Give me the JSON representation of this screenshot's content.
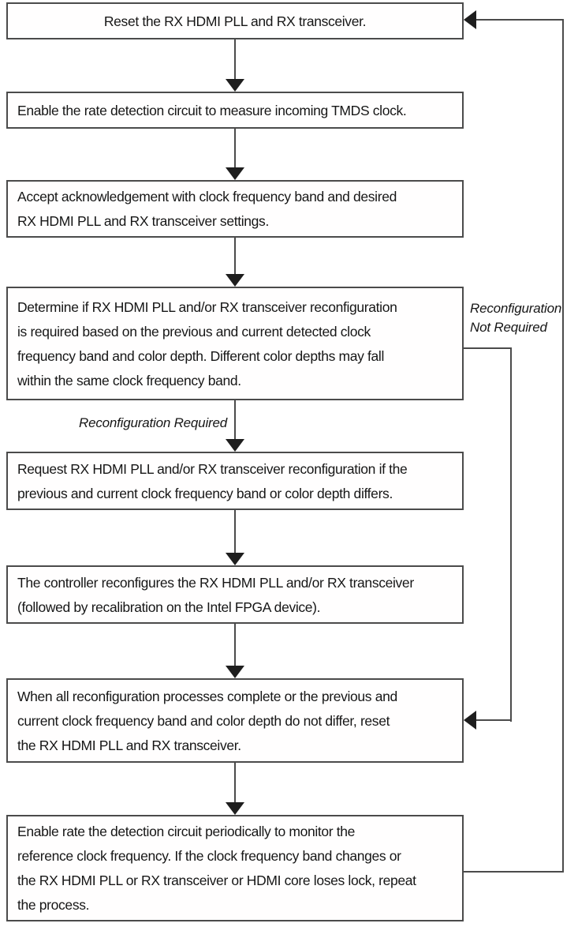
{
  "diagram": {
    "title_hint": "RX HDMI PLL and RX transceiver reconfiguration flow",
    "boxes": [
      {
        "name": "reset",
        "lines": [
          "Reset the RX HDMI PLL and RX transceiver."
        ]
      },
      {
        "name": "enable-rate-detection",
        "lines": [
          "Enable the rate detection circuit to measure incoming TMDS clock."
        ]
      },
      {
        "name": "accept-acknowledgement",
        "lines": [
          "Accept acknowledgement with clock frequency band and desired",
          "RX HDMI PLL and RX transceiver settings."
        ]
      },
      {
        "name": "determine-reconfiguration",
        "lines": [
          "Determine if RX HDMI PLL and/or RX transceiver reconfiguration",
          "is required based on the previous and current detected clock",
          "frequency band and color depth. Different color depths may fall",
          "within the same clock frequency band."
        ]
      },
      {
        "name": "request-reconfiguration",
        "lines": [
          "Request RX HDMI PLL and/or RX transceiver reconfiguration if the",
          "previous and current clock frequency band or color depth differs."
        ]
      },
      {
        "name": "controller-reconfigures",
        "lines": [
          "The controller reconfigures the RX HDMI PLL and/or RX transceiver",
          "(followed by recalibration on the Intel FPGA device)."
        ]
      },
      {
        "name": "complete-and-reset",
        "lines": [
          "When all reconfiguration processes complete or the previous and",
          "current clock frequency band and color depth do not differ, reset",
          "the RX HDMI PLL and RX transceiver."
        ]
      },
      {
        "name": "monitor-periodically",
        "lines": [
          "Enable rate the detection circuit periodically to monitor the",
          "reference clock frequency. If the clock frequency band changes or",
          "the RX HDMI PLL or RX transceiver or HDMI core loses lock, repeat",
          "the process."
        ]
      }
    ],
    "labels": {
      "reconfiguration_required": "Reconfiguration Required",
      "reconfiguration_not_required": "Reconfiguration Not Required"
    },
    "colors": {
      "line": "#4b4b4b",
      "arrowhead": "#1e1e1e",
      "text": "#161616",
      "background": "#ffffff"
    }
  }
}
